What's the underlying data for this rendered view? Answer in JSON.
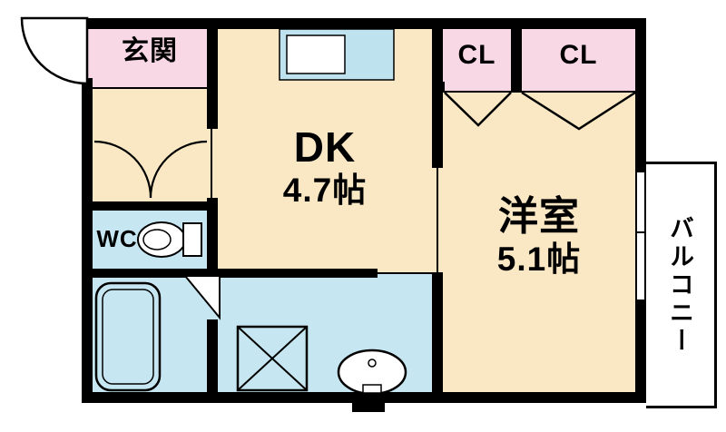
{
  "rooms": {
    "genkan": {
      "label": "玄関"
    },
    "dk": {
      "label": "DK",
      "size": "4.7帖"
    },
    "cl1": {
      "label": "CL"
    },
    "cl2": {
      "label": "CL"
    },
    "western": {
      "label": "洋室",
      "size": "5.1帖"
    },
    "wc": {
      "label": "WC"
    },
    "balcony": {
      "label": "バルコニー"
    }
  },
  "colors": {
    "room_cream": "#FAE8C5",
    "room_pink": "#F8D8E4",
    "room_blue": "#C6E7F2",
    "kitchen_counter_blue": "#BFE2EF",
    "wall_black": "#000000",
    "background_white": "#FFFFFF"
  },
  "fixtures": [
    "entrance-door-arc-icon",
    "double-door-arcs-icon",
    "kitchen-sink-icon",
    "closet-folding-door-icon",
    "toilet-icon",
    "bathtub-icon",
    "bathroom-door-icon",
    "washing-machine-pan-icon",
    "washbasin-icon",
    "balcony-window-icon"
  ]
}
